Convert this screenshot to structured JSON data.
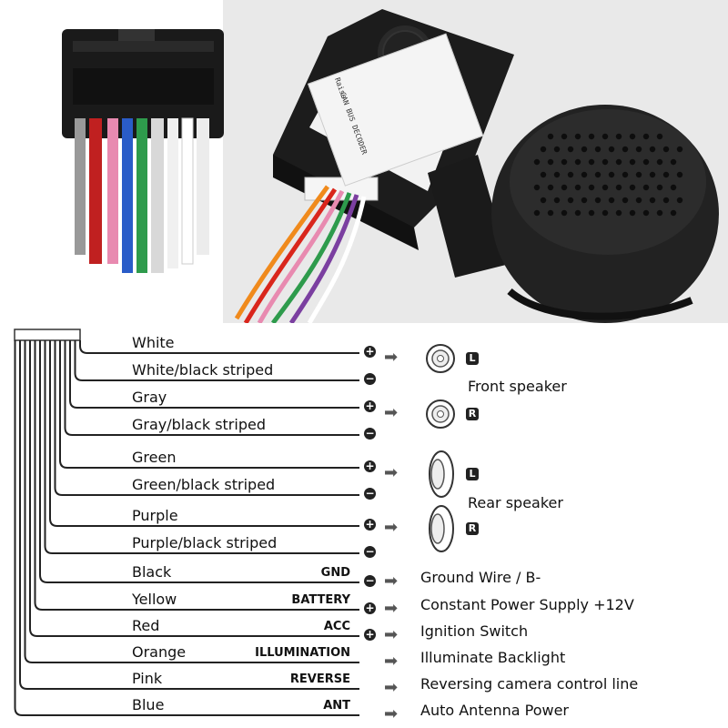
{
  "photo": {
    "sticker_brand": "Raise",
    "sticker_text": "CAN BUS DECODER"
  },
  "wires": [
    {
      "color_name": "White",
      "polarity": "+",
      "hex": "#f0f0f0"
    },
    {
      "color_name": "White/black striped",
      "polarity": "-",
      "hex": "#e8e8e8"
    },
    {
      "color_name": "Gray",
      "polarity": "+",
      "hex": "#9a9a9a"
    },
    {
      "color_name": "Gray/black striped",
      "polarity": "-",
      "hex": "#8a8a8a"
    },
    {
      "color_name": "Green",
      "polarity": "+",
      "hex": "#2e9b4c"
    },
    {
      "color_name": "Green/black striped",
      "polarity": "-",
      "hex": "#2a8a44"
    },
    {
      "color_name": "Purple",
      "polarity": "+",
      "hex": "#7b3fa0"
    },
    {
      "color_name": "Purple/black striped",
      "polarity": "-",
      "hex": "#6f3a90"
    },
    {
      "color_name": "Black",
      "code": "GND",
      "polarity": "-",
      "description": "Ground Wire / B-",
      "hex": "#111111"
    },
    {
      "color_name": "Yellow",
      "code": "BATTERY",
      "polarity": "+",
      "description": "Constant Power Supply +12V",
      "hex": "#f2d21b"
    },
    {
      "color_name": "Red",
      "code": "ACC",
      "polarity": "+",
      "description": "Ignition Switch",
      "hex": "#d9261c"
    },
    {
      "color_name": "Orange",
      "code": "ILLUMINATION",
      "description": "Illuminate Backlight",
      "hex": "#f08a1c"
    },
    {
      "color_name": "Pink",
      "code": "REVERSE",
      "description": "Reversing camera control line",
      "hex": "#f2a0c0"
    },
    {
      "color_name": "Blue",
      "code": "ANT",
      "description": "Auto  Antenna Power",
      "hex": "#2a5cc8"
    }
  ],
  "speakers": {
    "front_label": "Front speaker",
    "rear_label": "Rear speaker",
    "left_badge": "L",
    "right_badge": "R"
  }
}
